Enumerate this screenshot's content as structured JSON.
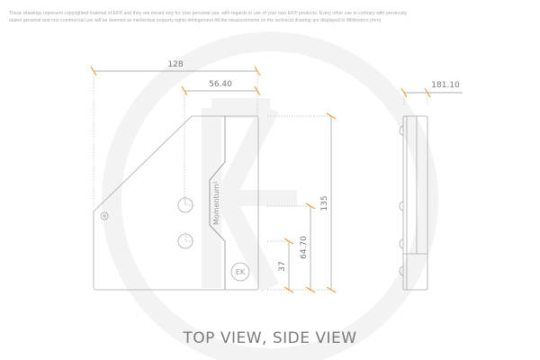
{
  "disclaimer": {
    "line1": "These drawings represent copyrighted material of EK® and they are meant only for your personal use, with regards to use of your own EK® products. Every other use in contrary with previously",
    "line2": "stated personal and non commercial use will be deemed as intellectual property rights infringement All the measurements on the technical drawing are displayed in Millimeters (mm)"
  },
  "dimensions": {
    "width_total": "128",
    "width_partial": "56.40",
    "height_total": "135",
    "height_mid": "64.70",
    "height_low": "37",
    "side": "181.10"
  },
  "product_label": "Momentum²",
  "logo_text": "EK",
  "caption": "TOP VIEW, SIDE VIEW",
  "colors": {
    "dimension_tick": "#f0a030",
    "line": "#999999",
    "watermark": "#f2f2f2"
  }
}
